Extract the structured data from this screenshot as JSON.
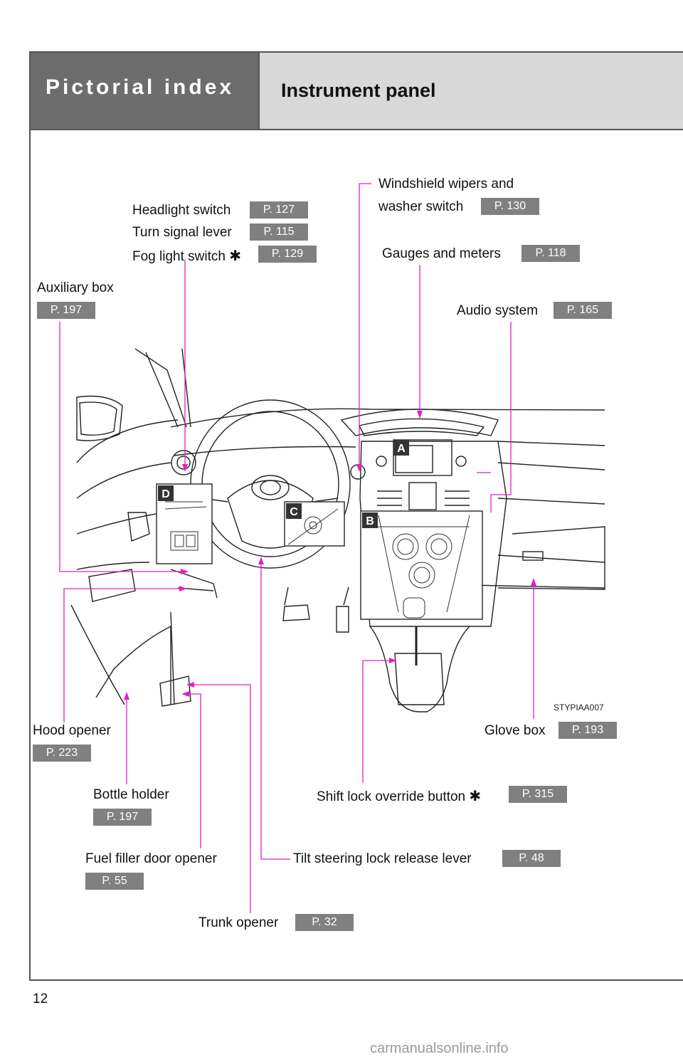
{
  "header": {
    "section_title": "Pictorial index",
    "page_subtitle": "Instrument panel"
  },
  "callouts": {
    "headlight_switch": {
      "label": "Headlight switch",
      "page": "P. 127"
    },
    "turn_signal_lever": {
      "label": "Turn signal lever",
      "page": "P. 115"
    },
    "fog_light_switch": {
      "label": "Fog light switch",
      "mark": "✱",
      "page": "P. 129"
    },
    "windshield_wipers": {
      "label_line1": "Windshield wipers and",
      "label_line2": "washer switch",
      "page": "P. 130"
    },
    "gauges_meters": {
      "label": "Gauges and meters",
      "page": "P. 118"
    },
    "auxiliary_box": {
      "label": "Auxiliary box",
      "page": "P. 197"
    },
    "audio_system": {
      "label": "Audio system",
      "page": "P. 165"
    },
    "hood_opener": {
      "label": "Hood opener",
      "page": "P. 223"
    },
    "glove_box": {
      "label": "Glove box",
      "page": "P. 193"
    },
    "bottle_holder": {
      "label": "Bottle holder",
      "page": "P. 197"
    },
    "shift_lock": {
      "label": "Shift lock override button",
      "mark": "✱",
      "page": "P. 315"
    },
    "fuel_filler": {
      "label": "Fuel filler door opener",
      "page": "P. 55"
    },
    "tilt_steering": {
      "label": "Tilt steering lock release lever",
      "page": "P. 48"
    },
    "trunk_opener": {
      "label": "Trunk opener",
      "page": "P. 32"
    }
  },
  "illustration": {
    "image_code": "STYPIAA007",
    "markers": [
      "A",
      "B",
      "C",
      "D"
    ]
  },
  "footer": {
    "page_number": "12",
    "watermark": "carmanualsonline.info"
  },
  "colors": {
    "leader_line": "#e020c8",
    "badge": "#808080",
    "header_dark": "#6d6d6d",
    "header_light": "#d9d9d9"
  }
}
